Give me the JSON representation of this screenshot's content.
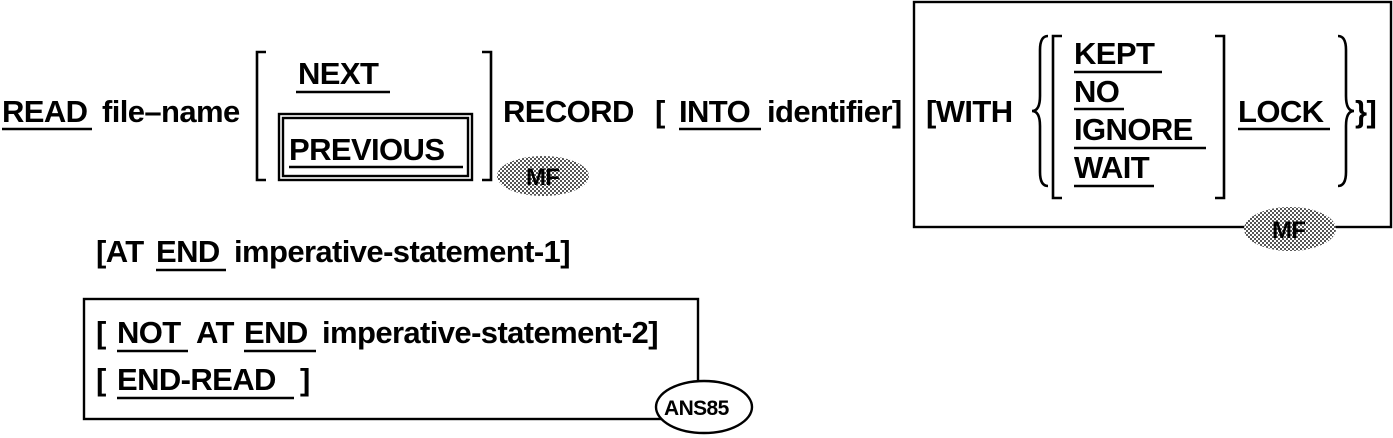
{
  "line1": {
    "read": "READ",
    "file_name": "file–name",
    "next": "NEXT",
    "previous": "PREVIOUS",
    "record": "RECORD",
    "into_open": "[",
    "into": "INTO",
    "identifier": "identifier]",
    "with_open": "[WITH",
    "lock_options": [
      "KEPT",
      "NO",
      "IGNORE",
      "WAIT"
    ],
    "lock": "LOCK",
    "with_close": "}]"
  },
  "line2": {
    "at_open": "[AT",
    "end": "END",
    "statement": "imperative-statement-1]"
  },
  "ans_block": {
    "not_open": "[",
    "not": "NOT",
    "at": "AT",
    "end": "END",
    "statement": "imperative-statement-2]",
    "endread_open": "[",
    "end_read": "END-READ",
    "endread_close": "]"
  },
  "badges": {
    "mf_left": "MF",
    "mf_right": "MF",
    "ans85": "ANS85"
  },
  "colors": {
    "ink": "#000000",
    "badge_fill": "dotted-gray",
    "background": "#ffffff"
  }
}
